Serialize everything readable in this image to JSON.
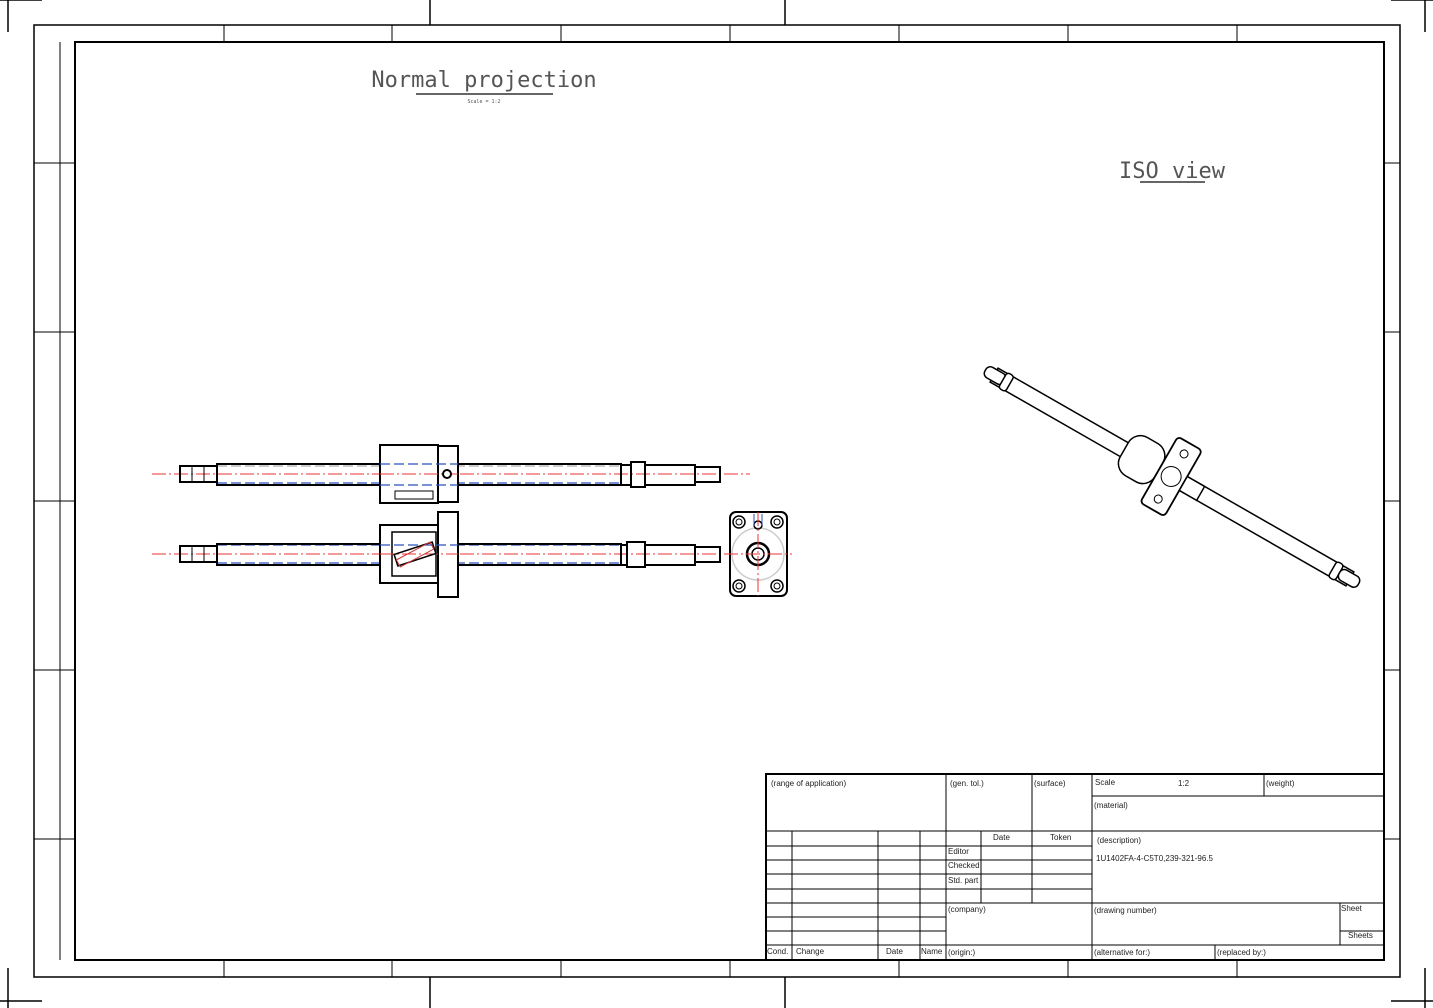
{
  "views": {
    "normal_title": "Normal projection",
    "normal_scale": "Scale = 1:2",
    "iso_title": "ISO view"
  },
  "title_block": {
    "range_of_application": "(range of application)",
    "gen_tol": "(gen. tol.)",
    "surface": "(surface)",
    "scale_label": "Scale",
    "scale_value": "1:2",
    "weight": "(weight)",
    "material": "(material)",
    "date_header": "Date",
    "token_header": "Token",
    "editor": "Editor",
    "checked": "Checked",
    "std_part": "Std. part",
    "description_label": "(description)",
    "description_value": "1U1402FA-4-C5T0,239-321-96.5",
    "company": "(company)",
    "drawing_number": "(drawing number)",
    "sheet": "Sheet",
    "sheets": "Sheets",
    "cond": "Cond.",
    "change": "Change",
    "date": "Date",
    "name": "Name",
    "origin": "(origin:)",
    "alternative_for": "(alternative for:)",
    "replaced_by": "(replaced by:)"
  }
}
